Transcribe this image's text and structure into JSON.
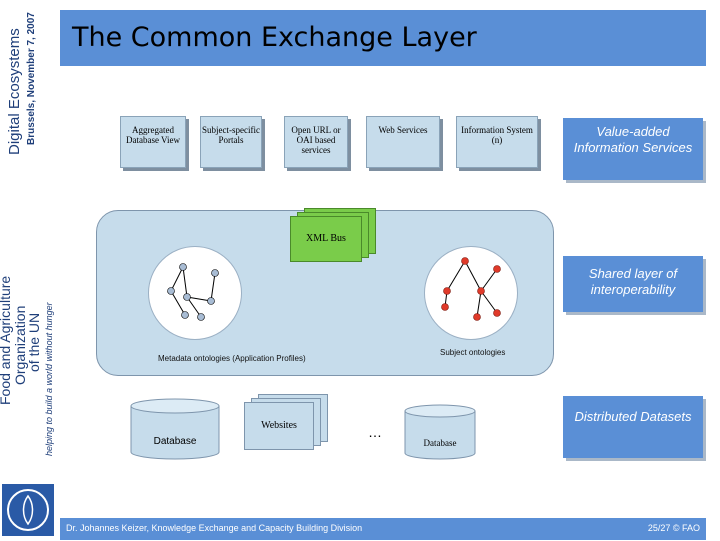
{
  "sidebar": {
    "brand": "Digital Ecosystems",
    "date_line": "Brussels, November 7, 2007",
    "org_line1": "Food and Agriculture",
    "org_line2": "Organization",
    "org_line3": "of the UN",
    "motto": "helping to build a world without hunger"
  },
  "title": "The Common Exchange Layer",
  "services": [
    {
      "label": "Aggregated Database View"
    },
    {
      "label": "Subject-specific Portals"
    },
    {
      "label": "Open URL or OAI based services"
    },
    {
      "label": "Web Services"
    },
    {
      "label": "Information System (n)"
    }
  ],
  "layer_labels": {
    "value_added": "Value-added Information Services",
    "shared": "Shared layer of interoperability",
    "distributed": "Distributed Datasets"
  },
  "middle": {
    "xml_bus": "XML Bus",
    "metadata_caption": "Metadata ontologies (Application Profiles)",
    "subject_caption": "Subject ontologies"
  },
  "datasets": {
    "database_left": "Database",
    "websites": "Websites",
    "ellipsis": "…",
    "database_right": "Database"
  },
  "footer": {
    "author": "Dr. Johannes Keizer,  Knowledge Exchange and Capacity Building Division",
    "page": "25/27   © FAO"
  },
  "colors": {
    "header_blue": "#5a8fd6",
    "box_fill": "#c6dceb",
    "xml_green": "#7acc4a"
  }
}
